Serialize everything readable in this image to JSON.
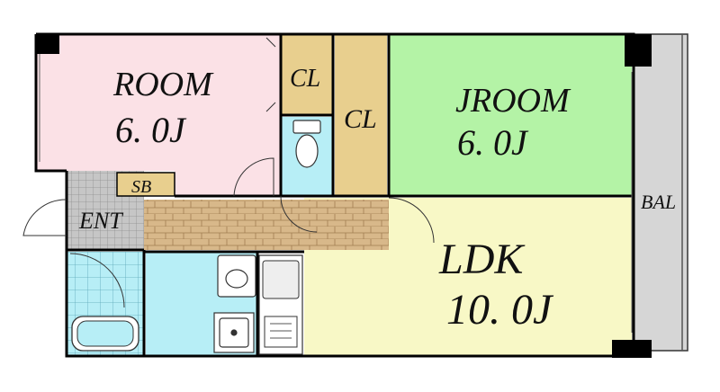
{
  "rooms": {
    "room": {
      "name": "ROOM",
      "size": "6. 0J"
    },
    "closet_1": {
      "name": "CL"
    },
    "closet_2": {
      "name": "CL"
    },
    "jroom": {
      "name": "JROOM",
      "size": "6. 0J"
    },
    "storage_box": {
      "name": "SB"
    },
    "entrance": {
      "name": "ENT"
    },
    "ldk": {
      "name": "LDK",
      "size": "10. 0J"
    },
    "balcony": {
      "name": "BAL"
    }
  },
  "colors": {
    "room": "#fbe1e6",
    "closet": "#e8cf8e",
    "jroom": "#b4f3a6",
    "ldk": "#f8f8c6",
    "wet_area": "#b7eef6",
    "hall_wood": "#d8b88a",
    "entrance_tile": "#bdbdbd",
    "balcony": "#d6d6d6",
    "wall": "#000000"
  }
}
